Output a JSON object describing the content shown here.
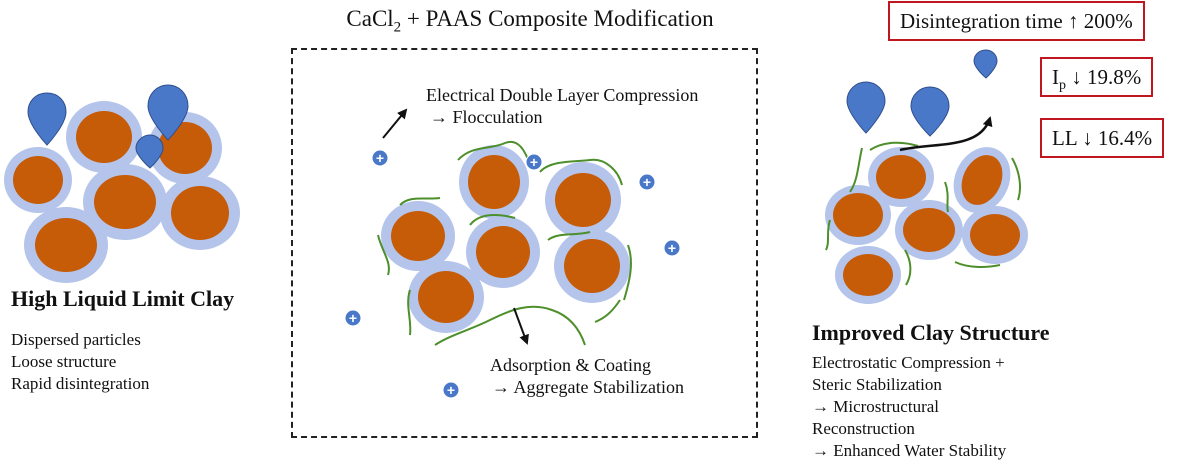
{
  "title": {
    "prefix": "CaCl",
    "sub": "2",
    "suffix": " + PAAS Composite Modification"
  },
  "left": {
    "heading": "High Liquid Limit Clay",
    "lines": [
      "Dispersed particles",
      "Loose structure",
      "Rapid disintegration"
    ]
  },
  "center": {
    "label_top_1": "Electrical Double Layer Compression",
    "label_top_2": "→ Flocculation",
    "label_bottom_1": "Adsorption & Coating",
    "label_bottom_2": "→ Aggregate Stabilization"
  },
  "right": {
    "heading": "Improved Clay Structure",
    "lines": [
      "Electrostatic Compression +",
      "Steric Stabilization",
      "→ Microstructural",
      "Reconstruction",
      "→ Enhanced Water Stability"
    ]
  },
  "metrics": {
    "disintegration": "Disintegration time ↑ 200%",
    "ip_main": "I",
    "ip_sub": "p",
    "ip_value": " ↓ 19.8%",
    "ll": "LL ↓ 16.4%"
  },
  "ion_symbol": "+",
  "colors": {
    "particle_core": "#c65b08",
    "particle_shell": "#b4c4ea",
    "water_drop": "#4a78c9",
    "polymer_chain": "#4d8f2b",
    "metric_border": "#c0161f"
  }
}
